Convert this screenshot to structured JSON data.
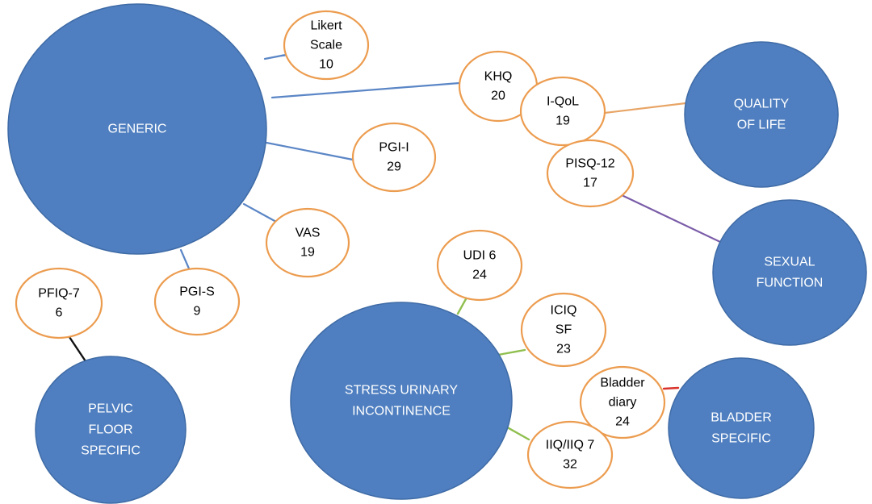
{
  "colors": {
    "category_fill": "#4f7fc0",
    "category_stroke": "#3f6ba6",
    "instrument_fill": "#ffffff",
    "instrument_stroke": "#ec9c4f",
    "connector_generic": "#5b86c6",
    "connector_quality_of_life": "#e8a465",
    "connector_sexual_function": "#7a5ca8",
    "connector_stress_urinary": "#8fbf4f",
    "connector_bladder": "#d9332b",
    "connector_pelvic_floor": "#111111"
  },
  "categories": [
    {
      "id": "generic",
      "lines": [
        "GENERIC"
      ]
    },
    {
      "id": "quality-of-life",
      "lines": [
        "QUALITY",
        "OF LIFE"
      ]
    },
    {
      "id": "sexual-function",
      "lines": [
        "SEXUAL",
        "FUNCTION"
      ]
    },
    {
      "id": "stress-urinary-incontinence",
      "lines": [
        "STRESS URINARY",
        "INCONTINENCE"
      ]
    },
    {
      "id": "bladder-specific",
      "lines": [
        "BLADDER",
        "SPECIFIC"
      ]
    },
    {
      "id": "pelvic-floor-specific",
      "lines": [
        "PELVIC",
        "FLOOR",
        "SPECIFIC"
      ]
    }
  ],
  "instruments": [
    {
      "id": "likert",
      "lines": [
        "Likert",
        "Scale",
        "10"
      ]
    },
    {
      "id": "khq",
      "lines": [
        "KHQ",
        "20"
      ]
    },
    {
      "id": "iqol",
      "lines": [
        "I-QoL",
        "19"
      ]
    },
    {
      "id": "pisq12",
      "lines": [
        "PISQ-12",
        "17"
      ]
    },
    {
      "id": "pgii",
      "lines": [
        "PGI-I",
        "29"
      ]
    },
    {
      "id": "vas",
      "lines": [
        "VAS",
        "19"
      ]
    },
    {
      "id": "pgis",
      "lines": [
        "PGI-S",
        "9"
      ]
    },
    {
      "id": "pfiq7",
      "lines": [
        "PFIQ-7",
        "6"
      ]
    },
    {
      "id": "udi6",
      "lines": [
        "UDI 6",
        "24"
      ]
    },
    {
      "id": "iciqsf",
      "lines": [
        "ICIQ",
        "SF",
        "23"
      ]
    },
    {
      "id": "bladderdiary",
      "lines": [
        "Bladder",
        "diary",
        "24"
      ]
    },
    {
      "id": "iiq",
      "lines": [
        "IIQ/IIQ 7",
        "32"
      ]
    }
  ]
}
